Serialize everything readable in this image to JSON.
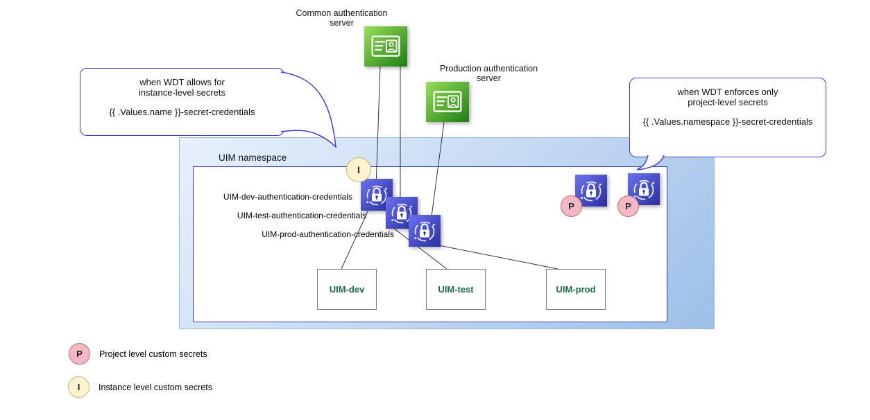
{
  "servers": {
    "common": {
      "label": "Common authentication\nserver",
      "icon": "id-card-icon"
    },
    "production": {
      "label": "Production authentication\nserver",
      "icon": "id-card-icon"
    }
  },
  "callouts": {
    "instance_level": {
      "heading": "when WDT allows for\ninstance-level secrets",
      "pattern": "{{ .Values.name }}-secret-credentials"
    },
    "project_level": {
      "heading": "when WDT enforces only\nproject-level secrets",
      "pattern": "{{ .Values.namespace }}-secret-credentials"
    }
  },
  "namespace": {
    "label": "UIM namespace"
  },
  "secrets": [
    "UIM-dev-authentication-credentials",
    "UIM-test-authentication-credentials",
    "UIM-prod-authentication-credentials"
  ],
  "instances": [
    "UIM-dev",
    "UIM-test",
    "UIM-prod"
  ],
  "badges": {
    "project": "P",
    "instance": "I"
  },
  "legend": [
    {
      "badge": "P",
      "label": "Project level custom secrets",
      "type": "project"
    },
    {
      "badge": "I",
      "label": "Instance level custom secrets",
      "type": "instance"
    }
  ],
  "colors": {
    "bubble_border": "#3c3cd2",
    "namespace_border_inner": "#2f3ac0",
    "auth_green_light": "#9ade5a",
    "auth_green_dark": "#1e7d14",
    "lock_blue_light": "#6a74ef",
    "lock_blue_dark": "#2a2d9f",
    "instance_text_green": "#1e6b45",
    "badge_p_fill": "#f4b8c3",
    "badge_p_border": "#bb6b7d",
    "badge_i_fill": "#fdf3cf",
    "badge_i_border": "#c9b36a",
    "connector_line": "#333333"
  }
}
